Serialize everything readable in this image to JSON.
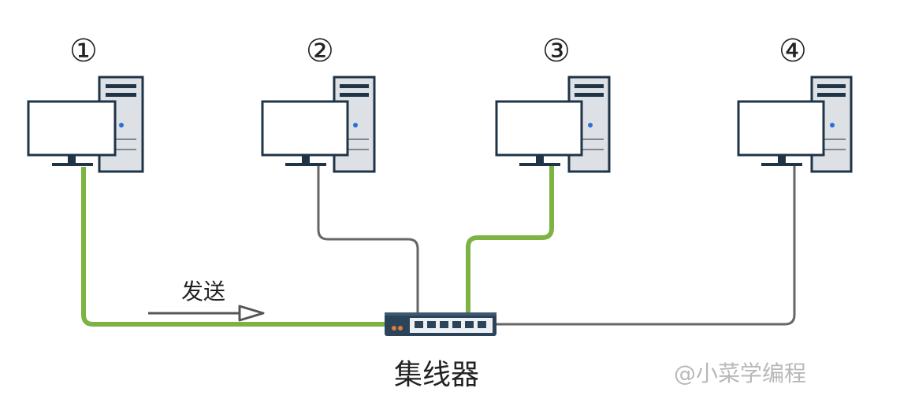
{
  "computers": [
    {
      "label": "①",
      "active": true
    },
    {
      "label": "②",
      "active": false
    },
    {
      "label": "③",
      "active": true
    },
    {
      "label": "④",
      "active": false
    }
  ],
  "send_label": "发送",
  "hub_label": "集线器",
  "watermark": "@小菜学编程",
  "colors": {
    "active_cable": "#7cb342",
    "idle_cable": "#666666",
    "tower_body": "#dde0e5",
    "outline": "#1f3447",
    "hub_body": "#2c4459",
    "led": "#e07b39"
  }
}
